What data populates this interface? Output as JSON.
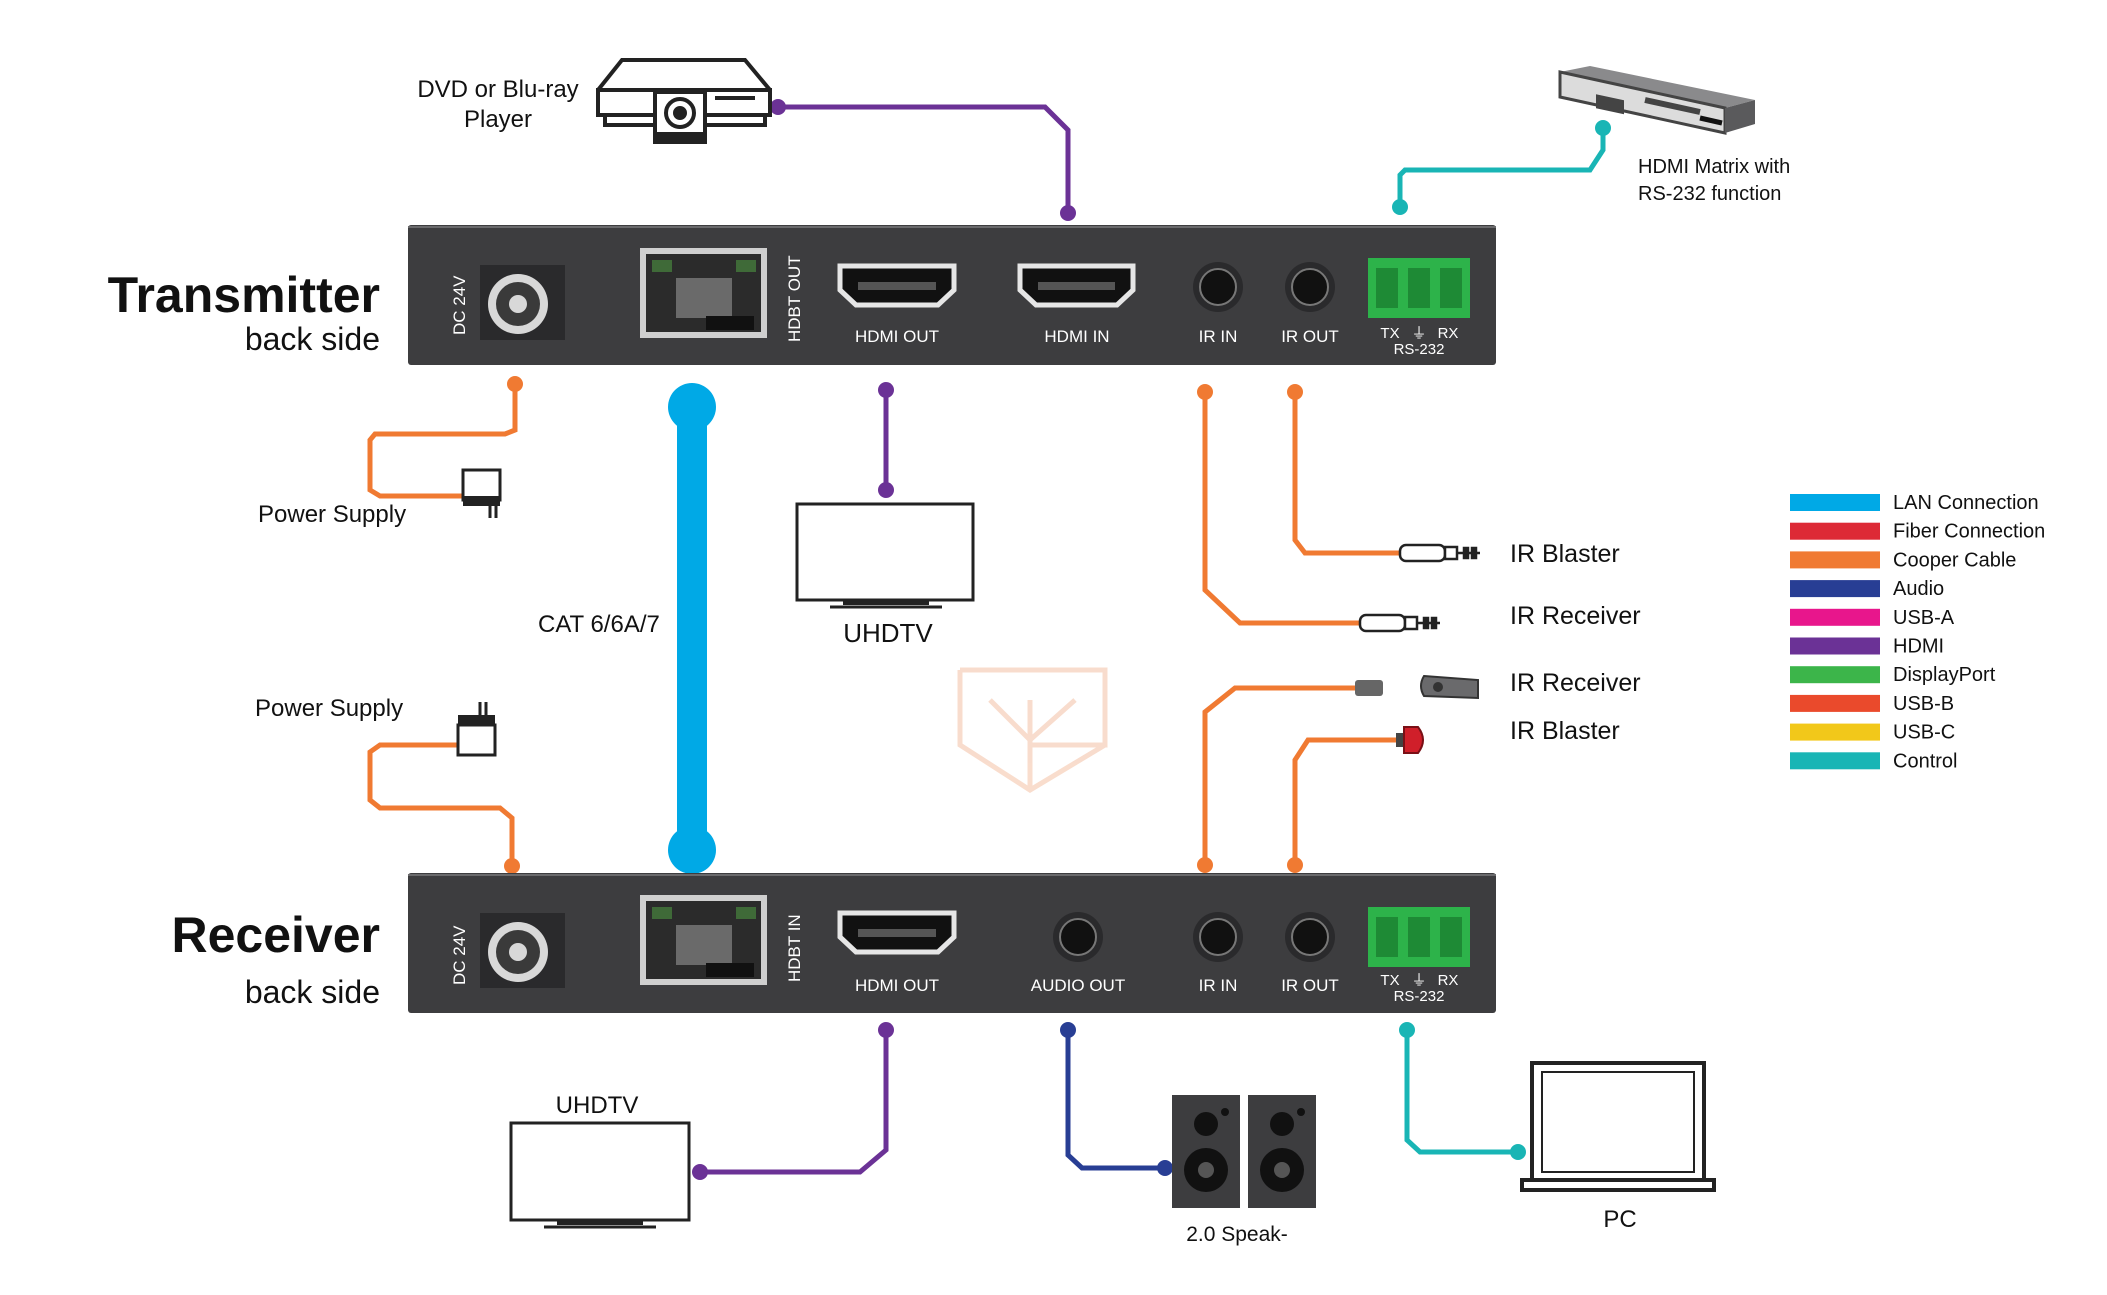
{
  "transmitter": {
    "title": "Transmitter",
    "subtitle": "back side",
    "ports": {
      "dc": "DC 24V",
      "hdbt": "HDBT OUT",
      "hdmi_out": "HDMI OUT",
      "hdmi_in": "HDMI IN",
      "ir_in": "IR IN",
      "ir_out": "IR OUT",
      "rs232_tx": "TX",
      "rs232_rx": "RX",
      "rs232": "RS-232"
    }
  },
  "receiver": {
    "title": "Receiver",
    "subtitle": "back side",
    "ports": {
      "dc": "DC 24V",
      "hdbt": "HDBT IN",
      "hdmi_out": "HDMI OUT",
      "audio_out": "AUDIO OUT",
      "ir_in": "IR IN",
      "ir_out": "IR OUT",
      "rs232_tx": "TX",
      "rs232_rx": "RX",
      "rs232": "RS-232"
    }
  },
  "devices": {
    "dvd_line1": "DVD or Blu-ray",
    "dvd_line2": "Player",
    "matrix_line1": "HDMI Matrix with",
    "matrix_line2": "RS-232 function",
    "power_supply_top": "Power Supply",
    "power_supply_bottom": "Power Supply",
    "uhdtv_top": "UHDTV",
    "uhdtv_bottom": "UHDTV",
    "cat_cable": "CAT 6/6A/7",
    "ir_blaster_top": "IR Blaster",
    "ir_receiver_top": "IR Receiver",
    "ir_receiver_bottom": "IR Receiver",
    "ir_blaster_bottom": "IR Blaster",
    "speakers": "2.0 Speak-",
    "pc": "PC"
  },
  "legend": [
    {
      "label": "LAN Connection",
      "color": "#00a9e6"
    },
    {
      "label": "Fiber Connection",
      "color": "#dd2a36"
    },
    {
      "label": "Cooper Cable",
      "color": "#f07a32"
    },
    {
      "label": "Audio",
      "color": "#283e94"
    },
    {
      "label": "USB-A",
      "color": "#e8168c"
    },
    {
      "label": "HDMI",
      "color": "#6b3296"
    },
    {
      "label": "DisplayPort",
      "color": "#3cb54a"
    },
    {
      "label": "USB-B",
      "color": "#ea4a2c"
    },
    {
      "label": "USB-C",
      "color": "#f2c81a"
    },
    {
      "label": "Control",
      "color": "#19b5b5"
    }
  ],
  "colors": {
    "panel": "#3d3d3f",
    "lan": "#00a9e6",
    "copper": "#f07a32",
    "audio": "#283e94",
    "hdmi": "#6b3296",
    "control": "#19b5b5",
    "terminal": "#2db34a"
  }
}
